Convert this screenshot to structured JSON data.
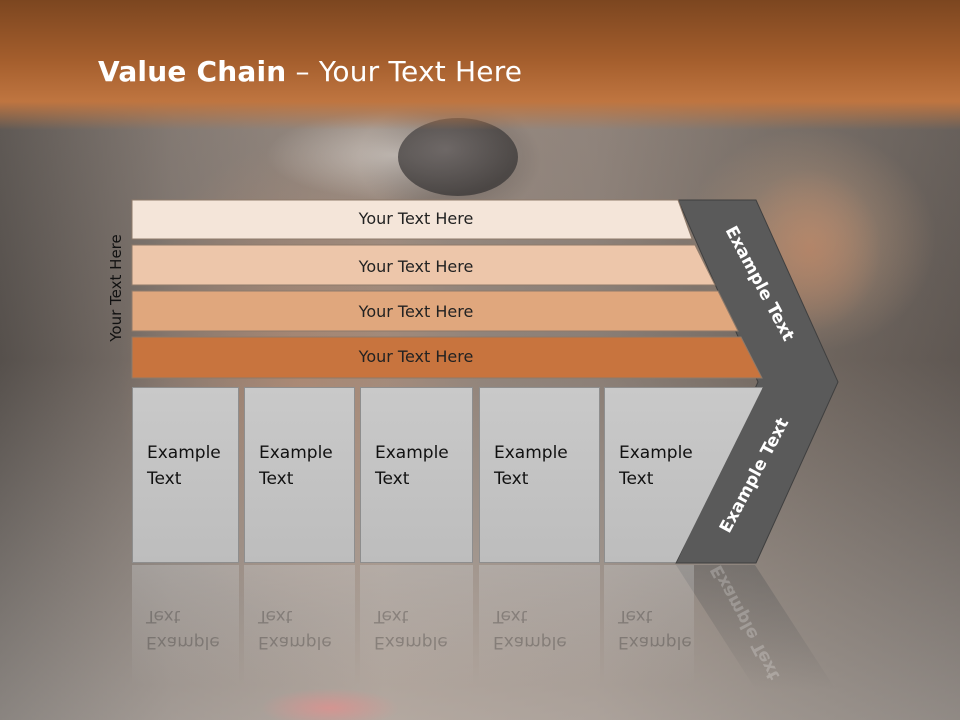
{
  "title": {
    "bold": "Value Chain",
    "rest": " – Your Text Here"
  },
  "vertical_label": "Your Text Here",
  "bars": [
    {
      "label": "Your Text Here",
      "color": "#f4e5d9"
    },
    {
      "label": "Your Text Here",
      "color": "#edc6aa"
    },
    {
      "label": "Your Text Here",
      "color": "#e0a77d"
    },
    {
      "label": "Your Text Here",
      "color": "#c8743e"
    }
  ],
  "arrow": {
    "top_label": "Example Text",
    "bottom_label": "Example Text",
    "color": "#5a5a5a"
  },
  "boxes": [
    {
      "line1": "Example",
      "line2": "Text"
    },
    {
      "line1": "Example",
      "line2": "Text"
    },
    {
      "line1": "Example",
      "line2": "Text"
    },
    {
      "line1": "Example",
      "line2": "Text"
    },
    {
      "line1": "Example",
      "line2": "Text"
    }
  ],
  "colors": {
    "title_band": "#a35d2c",
    "box": "#c4c4c4"
  }
}
